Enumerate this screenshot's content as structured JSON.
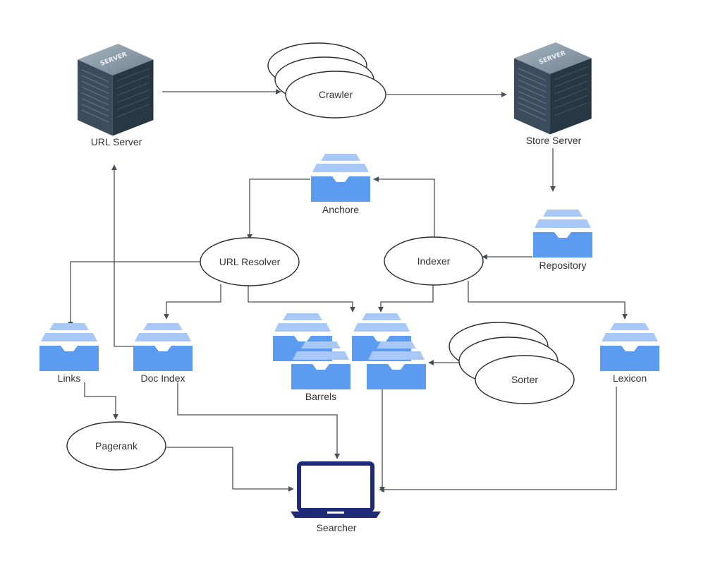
{
  "nodes": {
    "url_server": "URL Server",
    "store_server": "Store Server",
    "crawler": "Crawler",
    "anchore": "Anchore",
    "repository": "Repository",
    "url_resolver": "URL Resolver",
    "indexer": "Indexer",
    "links": "Links",
    "doc_index": "Doc Index",
    "barrels": "Barrels",
    "sorter": "Sorter",
    "lexicon": "Lexicon",
    "pagerank": "Pagerank",
    "searcher": "Searcher"
  },
  "server_badge": "SERVER",
  "colors": {
    "tray_light": "#a8c8f8",
    "tray_dark": "#5b9bf0",
    "laptop": "#1e2a78",
    "server_dark": "#2a3a48",
    "edge": "#4a4f57"
  }
}
